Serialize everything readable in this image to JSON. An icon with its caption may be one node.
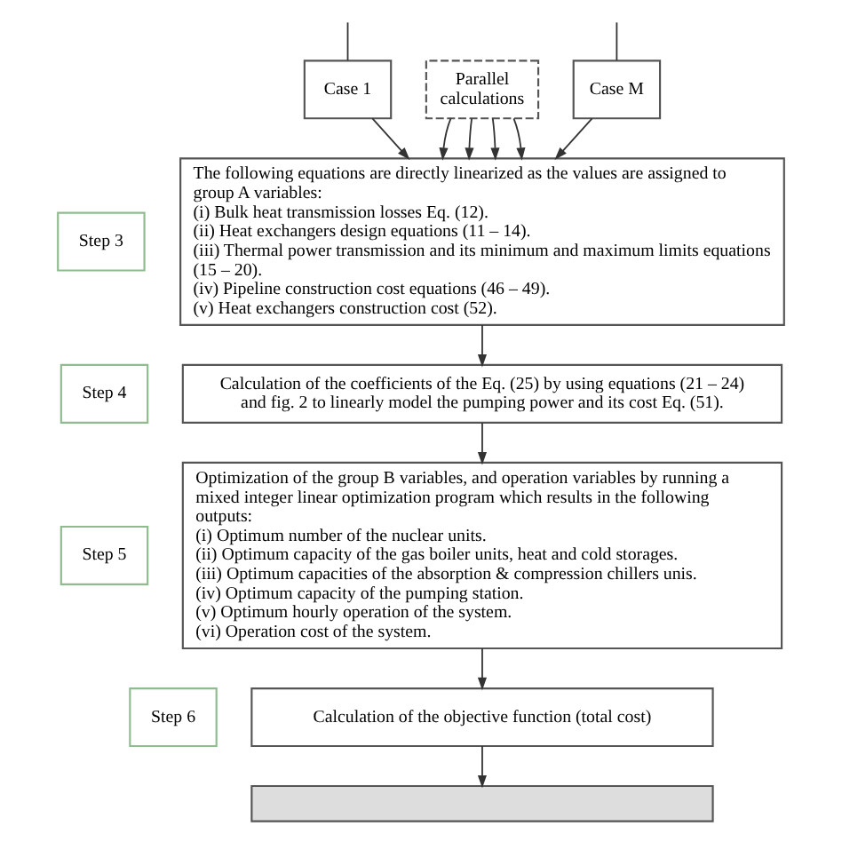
{
  "diagram": {
    "nodes": [
      {
        "text": [
          "Case 1"
        ]
      },
      {
        "text": [
          "Case M"
        ]
      },
      {
        "text": [
          "Parallel calculations"
        ]
      },
      {
        "text": [
          "Step 3"
        ]
      },
      {
        "text": [
          "The following equations are directly linearized as the values are assigned to group A variables:",
          "(i) Bulk heat transmission losses Eq. (12).",
          "(ii) Heat exchangers design equations (11 – 14).",
          "(iii) Thermal power transmission and its minimum and maximum limits equations (15 – 20).",
          "(iv) Pipeline construction cost equations (46 – 49).",
          "(v) Heat exchangers construction cost (52)."
        ]
      },
      {
        "text": [
          "Step 4"
        ]
      },
      {
        "text": [
          "Calculation of the coefficients of the Eq. (25) by using equations (21 – 24) and fig. 2 to linearly model the pumping power and its cost Eq. (51)."
        ]
      },
      {
        "text": [
          "Step 5"
        ]
      },
      {
        "text": [
          "Optimization of the group B variables, and operation variables by running a mixed integer linear optimization program which results in the following outputs:",
          "(i) Optimum number of the nuclear units.",
          "(ii) Optimum capacity of the gas boiler units, heat and cold storages.",
          "(iii) Optimum capacities of the absorption & compression chillers unis.",
          "(iv) Optimum capacity of the pumping station.",
          "(v) Optimum hourly operation of the system.",
          "(vi) Operation cost of the system."
        ]
      },
      {
        "text": [
          "Step 6"
        ]
      },
      {
        "text": [
          "Calculation of the objective function (total cost)"
        ]
      },
      {
        "text": [],
        "shape": "box"
      }
    ],
    "edges": [
      {
        "from": null,
        "to": 0,
        "arrow": "none"
      },
      {
        "from": null,
        "to": 1,
        "arrow": "none"
      },
      {
        "from": 0,
        "to": 4,
        "arrow": "to"
      },
      {
        "from": 1,
        "to": 4,
        "arrow": "to"
      },
      {
        "from": 2,
        "to": 4,
        "arrow": "to"
      },
      {
        "from": 2,
        "to": 4,
        "arrow": "to"
      },
      {
        "from": 2,
        "to": 4,
        "arrow": "to"
      },
      {
        "from": 2,
        "to": 4,
        "arrow": "to"
      },
      {
        "from": 4,
        "to": 6,
        "arrow": "to"
      },
      {
        "from": 6,
        "to": 8,
        "arrow": "to"
      },
      {
        "from": 8,
        "to": 10,
        "arrow": "to"
      },
      {
        "from": 10,
        "to": 11,
        "arrow": "to"
      }
    ]
  }
}
